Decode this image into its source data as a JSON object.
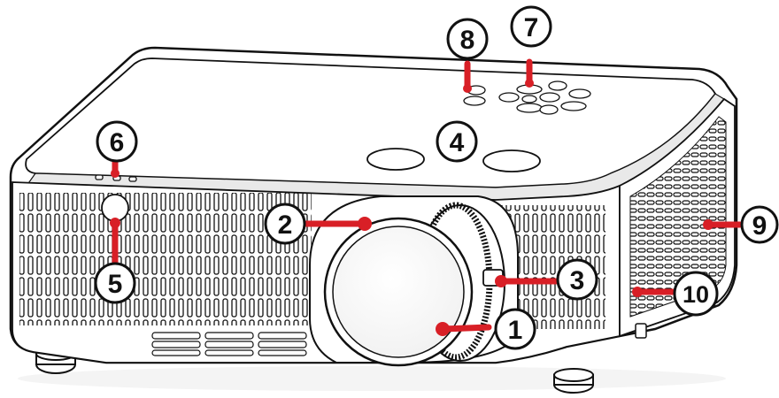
{
  "colors": {
    "callout_red": "#d81f26",
    "outline": "#111111",
    "body_fill": "#ffffff",
    "shadow": "#e6e6e6"
  },
  "callouts": [
    {
      "number": "1"
    },
    {
      "number": "2"
    },
    {
      "number": "3"
    },
    {
      "number": "4"
    },
    {
      "number": "5"
    },
    {
      "number": "6"
    },
    {
      "number": "7"
    },
    {
      "number": "8"
    },
    {
      "number": "9"
    },
    {
      "number": "10"
    }
  ]
}
